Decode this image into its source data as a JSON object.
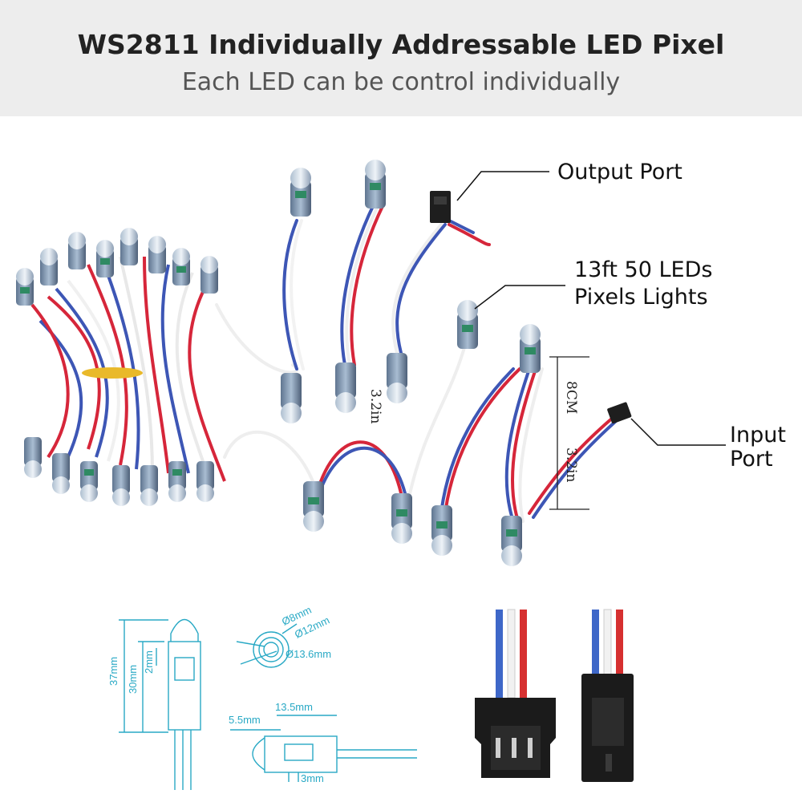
{
  "header": {
    "title": "WS2811 Individually Addressable LED Pixel",
    "subtitle": "Each LED can be control individually"
  },
  "callouts": {
    "output_port": "Output Port",
    "string_line1": "13ft 50 LEDs",
    "string_line2": "Pixels Lights",
    "input_port_line1": "Input",
    "input_port_line2": "Port"
  },
  "dimensions": {
    "spacing_a": "3.2in",
    "spacing_b_cm": "8CM",
    "spacing_b_in": "3.2in"
  },
  "drawing": {
    "d8": "Ø8mm",
    "d12": "Ø12mm",
    "d136": "Ø13.6mm",
    "h37": "37mm",
    "h30": "30mm",
    "h2": "2mm",
    "w55": "5.5mm",
    "w135": "13.5mm",
    "w3": "3mm"
  },
  "colors": {
    "banner": "#ededed",
    "wire_red": "#d6263a",
    "wire_blue": "#3d56b5",
    "wire_white": "#f4f4f4",
    "drawing": "#29a9c5"
  }
}
